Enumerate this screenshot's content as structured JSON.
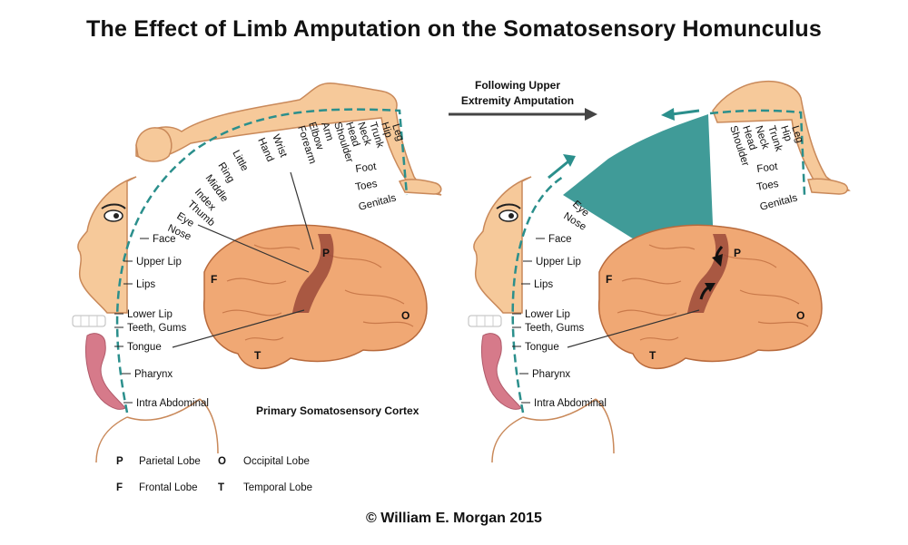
{
  "title": "The Effect of Limb Amputation on the Somatosensory Homunculus",
  "copyright": "© William E. Morgan 2015",
  "arrow_caption": [
    "Following Upper",
    "Extremity Amputation"
  ],
  "cortex_label": "Primary Somatosensory Cortex",
  "lobes": {
    "parietal": "P",
    "frontal": "F",
    "temporal": "T",
    "occipital": "O"
  },
  "legend": [
    {
      "letter": "P",
      "name": "Parietal Lobe"
    },
    {
      "letter": "O",
      "name": "Occipital Lobe"
    },
    {
      "letter": "F",
      "name": "Frontal Lobe"
    },
    {
      "letter": "T",
      "name": "Temporal Lobe"
    }
  ],
  "left_labels": {
    "rotated": [
      "Genitals",
      "Toes",
      "Foot",
      "Leg",
      "Hip",
      "Trunk",
      "Neck",
      "Head",
      "Shoulder",
      "Arm",
      "Elbow",
      "Forearm",
      "Wrist",
      "Hand",
      "Little",
      "Ring",
      "Middle",
      "Index",
      "Thumb",
      "Eye",
      "Nose"
    ],
    "horizontal": [
      "Face",
      "Upper Lip",
      "Lips",
      "Lower Lip",
      "Teeth, Gums",
      "Tongue",
      "Pharynx",
      "Intra Abdominal"
    ]
  },
  "right_labels": {
    "rotated": [
      "Genitals",
      "Toes",
      "Foot",
      "Leg",
      "Hip",
      "Trunk",
      "Neck",
      "Head",
      "Shoulder",
      "Eye",
      "Nose"
    ],
    "horizontal": [
      "Face",
      "Upper Lip",
      "Lips",
      "Lower Lip",
      "Teeth, Gums",
      "Tongue",
      "Pharynx",
      "Intra Abdominal"
    ]
  },
  "colors": {
    "skin": "#f6c99a",
    "skin_outline": "#c9895a",
    "brain": "#f0a874",
    "brain_outline": "#b86a3c",
    "cortex_strip": "#9c4a3a",
    "teal": "#1f8a86",
    "arc": "#2b8f8c",
    "lip_pink": "#d67a8a"
  }
}
